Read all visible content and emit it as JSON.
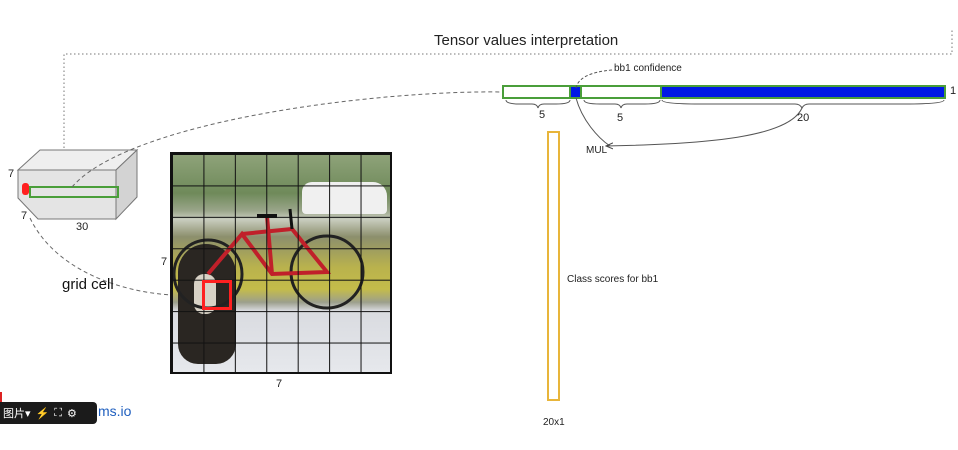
{
  "title": "Tensor values interpretation",
  "tensor": {
    "dim_height": "7",
    "dim_width": "7",
    "dim_depth": "30"
  },
  "grid_cell_label": "grid cell",
  "image_grid": {
    "cells": 7,
    "label_left": "7",
    "label_bottom": "7"
  },
  "vector": {
    "end_label": "1",
    "seg1_label": "5",
    "seg2_label": "5",
    "seg3_label": "20",
    "confidence_label": "bb1 confidence",
    "mul_label": "MUL"
  },
  "class_scores": {
    "label": "Class scores for bb1",
    "size_label": "20x1"
  },
  "toolbar": {
    "text": "图片▾",
    "icons": [
      "lightning-icon",
      "fullscreen-icon",
      "gear-icon"
    ]
  },
  "brand_text": "ms.io",
  "colors": {
    "green": "#4a9e3a",
    "blue": "#0019e6",
    "yellow": "#e8b53a",
    "red": "#ff2020",
    "link": "#1f5fbf"
  }
}
